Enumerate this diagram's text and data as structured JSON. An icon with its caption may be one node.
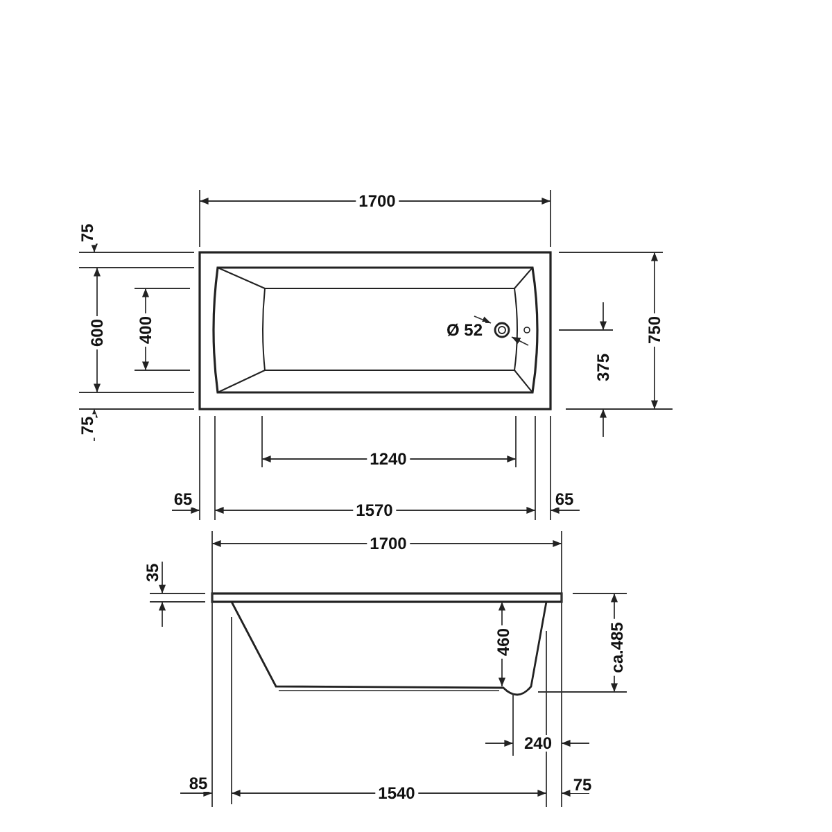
{
  "diagram": {
    "labels": [
      "1700",
      "75",
      "600",
      "400",
      "Ø 52",
      "750",
      "375",
      "75",
      "1240",
      "65",
      "1570",
      "65",
      "1700",
      "35",
      "460",
      "ca.485",
      "240",
      "85",
      "1540",
      "75"
    ]
  }
}
